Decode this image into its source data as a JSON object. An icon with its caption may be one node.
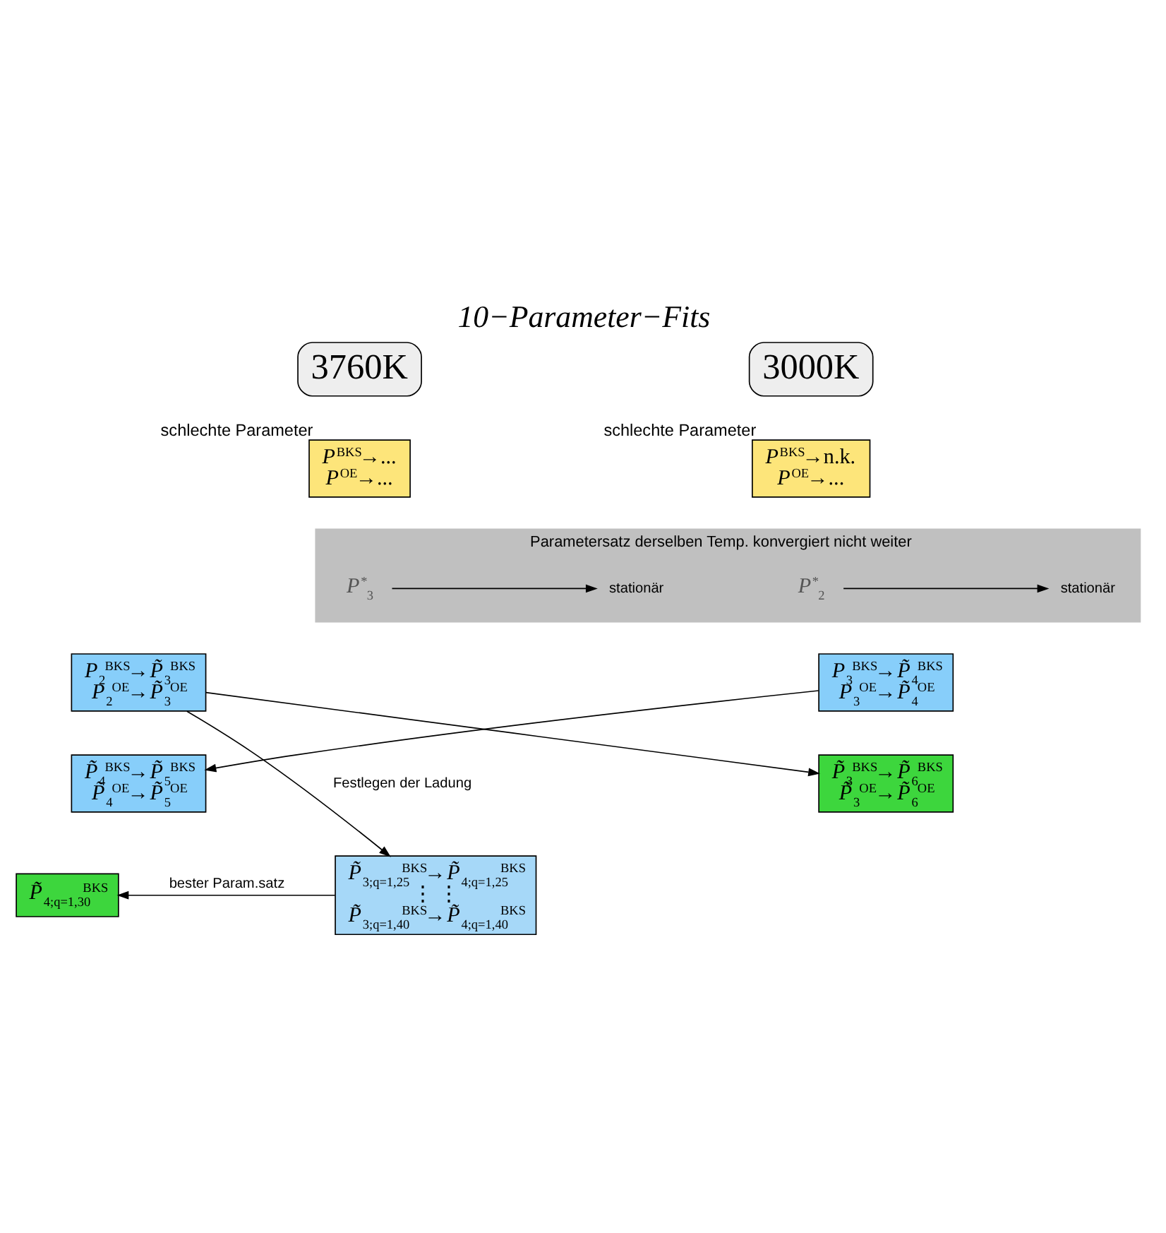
{
  "diagram": {
    "title": "*10−Parameter−Fits*",
    "nodes": [
      {
        "text": [
          "3760K"
        ]
      },
      {
        "text": [
          "3000K"
        ]
      },
      {
        "text": [
          "*P*$^{BKS}$→...",
          "*P*$^{OE}$→..."
        ],
        "beside": [
          "schlechte Parameter"
        ]
      },
      {
        "text": [
          "*P*$^{BKS}$→n.k.",
          "*P*$^{OE}$→..."
        ],
        "beside": [
          "schlechte Parameter"
        ]
      },
      {
        "text": [
          "Parametersatz derselben Temp. konvergiert nicht weiter"
        ]
      },
      {
        "text": [
          "stationär"
        ],
        "in": 4
      },
      {
        "text": [
          "*P*$^{*}$$_{3}$"
        ],
        "in": 4
      },
      {
        "text": [
          "*P*$^{*}$$_{2}$"
        ],
        "in": 4
      },
      {
        "text": [
          "stationär"
        ],
        "in": 4
      },
      {
        "text": [
          "*P*$_{2}$$^{BKS}$→*P̃*$_{3}$$^{BKS}$",
          "*P*$_{2}$$^{OE}$→*P̃*$_{3}$$^{OE}$"
        ]
      },
      {
        "text": [
          "*P*$_{3}$$^{BKS}$→*P̃*$_{4}$$^{BKS}$",
          "*P*$_{3}$$^{OE}$→*P̃*$_{4}$$^{OE}$"
        ]
      },
      {
        "text": [
          "*P̃*$_{4}$$^{BKS}$→*P̃*$_{5}$$^{BKS}$",
          "*P̃*$_{4}$$^{OE}$→*P̃*$_{5}$$^{OE}$"
        ]
      },
      {
        "text": [
          "*P̃*$_{3}$$^{BKS}$→*P̃*$_{6}$$^{BKS}$",
          "*P̃*$_{3}$$^{OE}$→*P̃*$_{6}$$^{OE}$"
        ]
      },
      {
        "text": [
          "*P̃*$_{3;q=1,25}$$^{BKS}$→*P̃*$_{4;q=1,25}$$^{BKS}$",
          "⋮ ⋮",
          "*P̃*$_{3;q=1,40}$$^{BKS}$→*P̃*$_{4;q=1,40}$$^{BKS}$"
        ]
      },
      {
        "text": [
          "*P̃*$_{4;q=1,30}$$^{BKS}$"
        ]
      }
    ],
    "edges": [
      {
        "from": 6,
        "to": 5,
        "arrow": "to"
      },
      {
        "from": 7,
        "to": 8,
        "arrow": "to"
      },
      {
        "from": 9,
        "to": 12,
        "arrow": "to"
      },
      {
        "from": 10,
        "to": 11,
        "arrow": "to"
      },
      {
        "from": 9,
        "to": 13,
        "arrow": "to",
        "label": "Festlegen der Ladung"
      },
      {
        "from": 13,
        "to": 14,
        "arrow": "to",
        "label": "bester Param.satz"
      }
    ]
  }
}
